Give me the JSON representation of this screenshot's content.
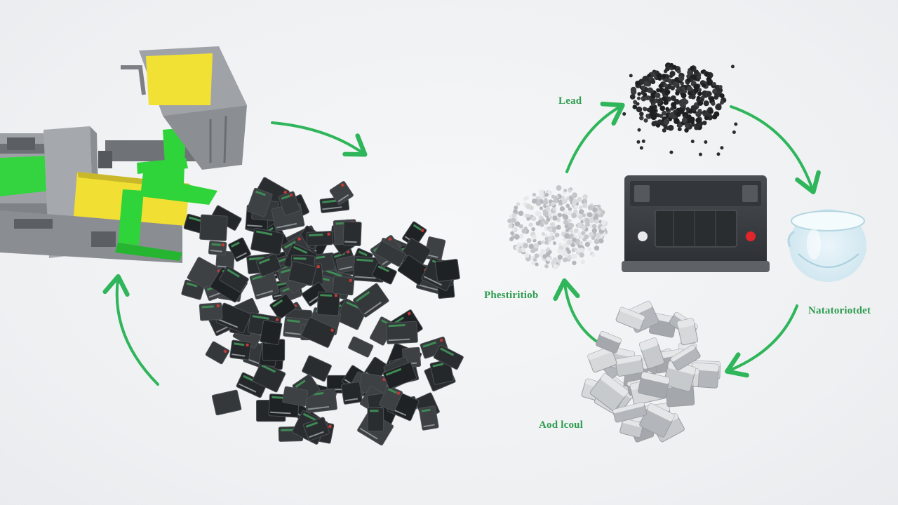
{
  "colors": {
    "arrow": "#2fb55a",
    "label": "#2e9c4f",
    "machine_green": "#2fd43a",
    "machine_yellow": "#f2e035",
    "machine_gray": "#8d9196",
    "battery_body": "#3a3d41",
    "scrap_dark": "#26292b"
  },
  "labels": {
    "lead": "Lead",
    "plastic": "Phestiritiob",
    "electrolyte": "Natatoriotdet",
    "acid_lead": "Aod lcoul"
  },
  "icons": {
    "shredder": "shredder-machine",
    "scrap": "scrap-pile",
    "lead": "lead-pellets",
    "plastic": "plastic-pellets",
    "battery": "car-battery",
    "electrolyte": "liquid-beaker",
    "acid_lead": "lead-chunks"
  }
}
